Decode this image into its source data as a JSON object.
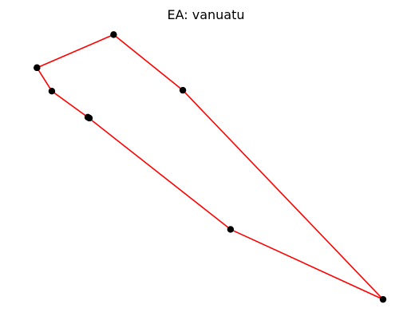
{
  "chart_data": {
    "type": "line",
    "title": "EA: vanuatu",
    "xlabel": "",
    "ylabel": "",
    "axes_visible": false,
    "grid": false,
    "legend": "none",
    "line_color": "#ff0000",
    "marker_color": "#000000",
    "closed": true,
    "xlim": [
      0,
      100
    ],
    "ylim": [
      0,
      100
    ],
    "points": [
      {
        "x": 6.8,
        "y": 85.6
      },
      {
        "x": 26.4,
        "y": 96.9
      },
      {
        "x": 44.1,
        "y": 77.9
      },
      {
        "x": 95.3,
        "y": 6.5
      },
      {
        "x": 56.3,
        "y": 30.4
      },
      {
        "x": 19.8,
        "y": 68.7
      },
      {
        "x": 10.6,
        "y": 77.6
      },
      {
        "x": 6.8,
        "y": 85.6
      }
    ],
    "extra_markers": [
      {
        "x": 20.2,
        "y": 68.4
      }
    ]
  }
}
